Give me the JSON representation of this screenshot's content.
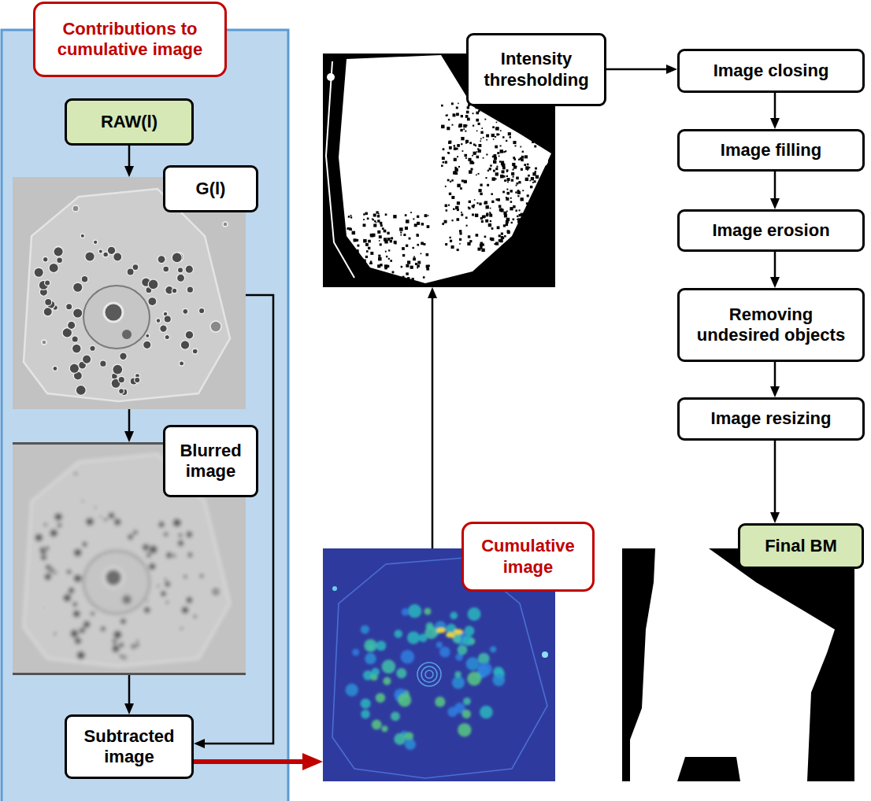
{
  "diagram": {
    "nodes": [
      {
        "text": [
          "Contributions to cumulative image"
        ]
      },
      {
        "text": [
          "RAW(l)"
        ],
        "in": 0
      },
      {
        "text": [
          "G(l)"
        ],
        "in": 0
      },
      {
        "text": [
          "Blurred image"
        ],
        "in": 0
      },
      {
        "text": [
          "Subtracted image"
        ],
        "in": 0
      },
      {
        "text": [
          "Cumulative image"
        ]
      },
      {
        "text": [
          "Intensity thresholding"
        ]
      },
      {
        "text": [
          "Image closing"
        ]
      },
      {
        "text": [
          "Image filling"
        ]
      },
      {
        "text": [
          "Image erosion"
        ]
      },
      {
        "text": [
          "Removing undesired objects"
        ]
      },
      {
        "text": [
          "Image resizing"
        ]
      },
      {
        "text": [
          "Final BM"
        ]
      }
    ],
    "edges": [
      {
        "from": 1,
        "to": 2,
        "arrow": "to"
      },
      {
        "from": 2,
        "to": 3,
        "arrow": "to"
      },
      {
        "from": 3,
        "to": 4,
        "arrow": "to"
      },
      {
        "from": 2,
        "to": 4,
        "arrow": "to"
      },
      {
        "from": 4,
        "to": 5,
        "arrow": "to"
      },
      {
        "from": 5,
        "to": 6,
        "arrow": "to"
      },
      {
        "from": 6,
        "to": 7,
        "arrow": "to"
      },
      {
        "from": 7,
        "to": 8,
        "arrow": "to"
      },
      {
        "from": 8,
        "to": 9,
        "arrow": "to"
      },
      {
        "from": 9,
        "to": 10,
        "arrow": "to"
      },
      {
        "from": 10,
        "to": 11,
        "arrow": "to"
      },
      {
        "from": 11,
        "to": 12,
        "arrow": "to"
      }
    ]
  }
}
